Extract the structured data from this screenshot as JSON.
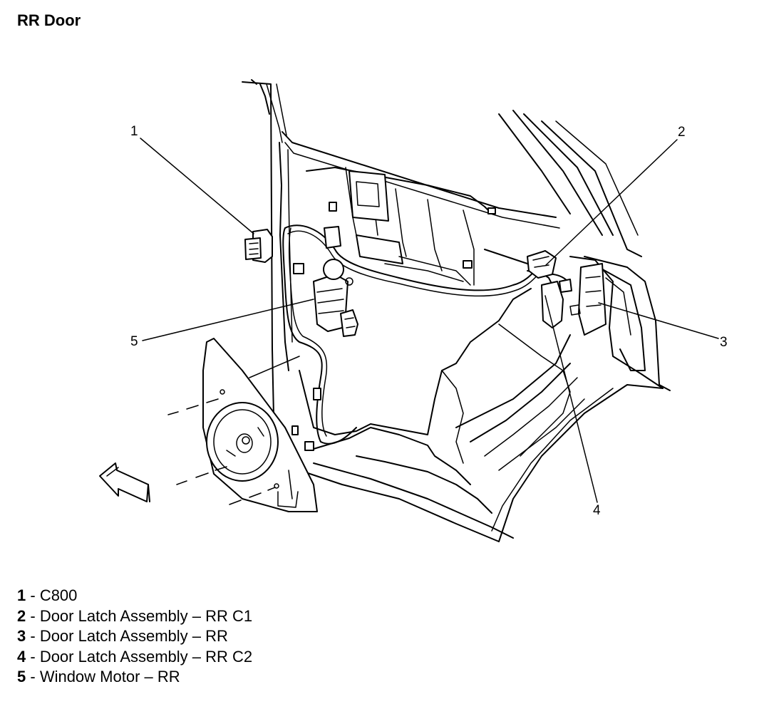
{
  "title": "RR Door",
  "callouts": [
    {
      "num": "1"
    },
    {
      "num": "2"
    },
    {
      "num": "3"
    },
    {
      "num": "4"
    },
    {
      "num": "5"
    }
  ],
  "legend": [
    {
      "num": "1",
      "sep": " - ",
      "label": "C800"
    },
    {
      "num": "2",
      "sep": " - ",
      "label": "Door Latch Assembly – RR C1"
    },
    {
      "num": "3",
      "sep": " - ",
      "label": "Door Latch Assembly – RR"
    },
    {
      "num": "4",
      "sep": " - ",
      "label": "Door Latch Assembly – RR C2"
    },
    {
      "num": "5",
      "sep": " - ",
      "label": "Window Motor – RR"
    }
  ]
}
